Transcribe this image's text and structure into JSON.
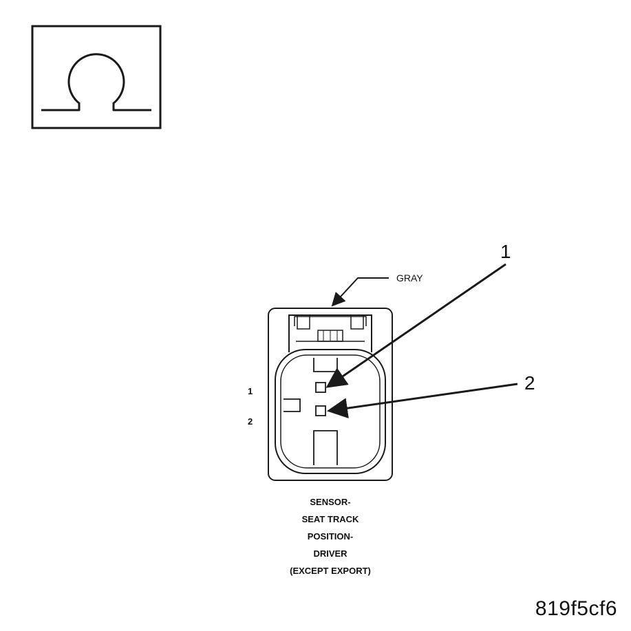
{
  "symbol": {
    "icon": "ohm-resistance-icon",
    "stroke_color": "#1a1a1a"
  },
  "connector": {
    "color_label": "GRAY",
    "pin_labels": [
      "1",
      "2"
    ],
    "callouts": [
      "1",
      "2"
    ]
  },
  "caption": {
    "lines": [
      "SENSOR-",
      "SEAT TRACK",
      "POSITION-",
      "DRIVER",
      "(EXCEPT EXPORT)"
    ]
  },
  "figure_id": "819f5cf6"
}
